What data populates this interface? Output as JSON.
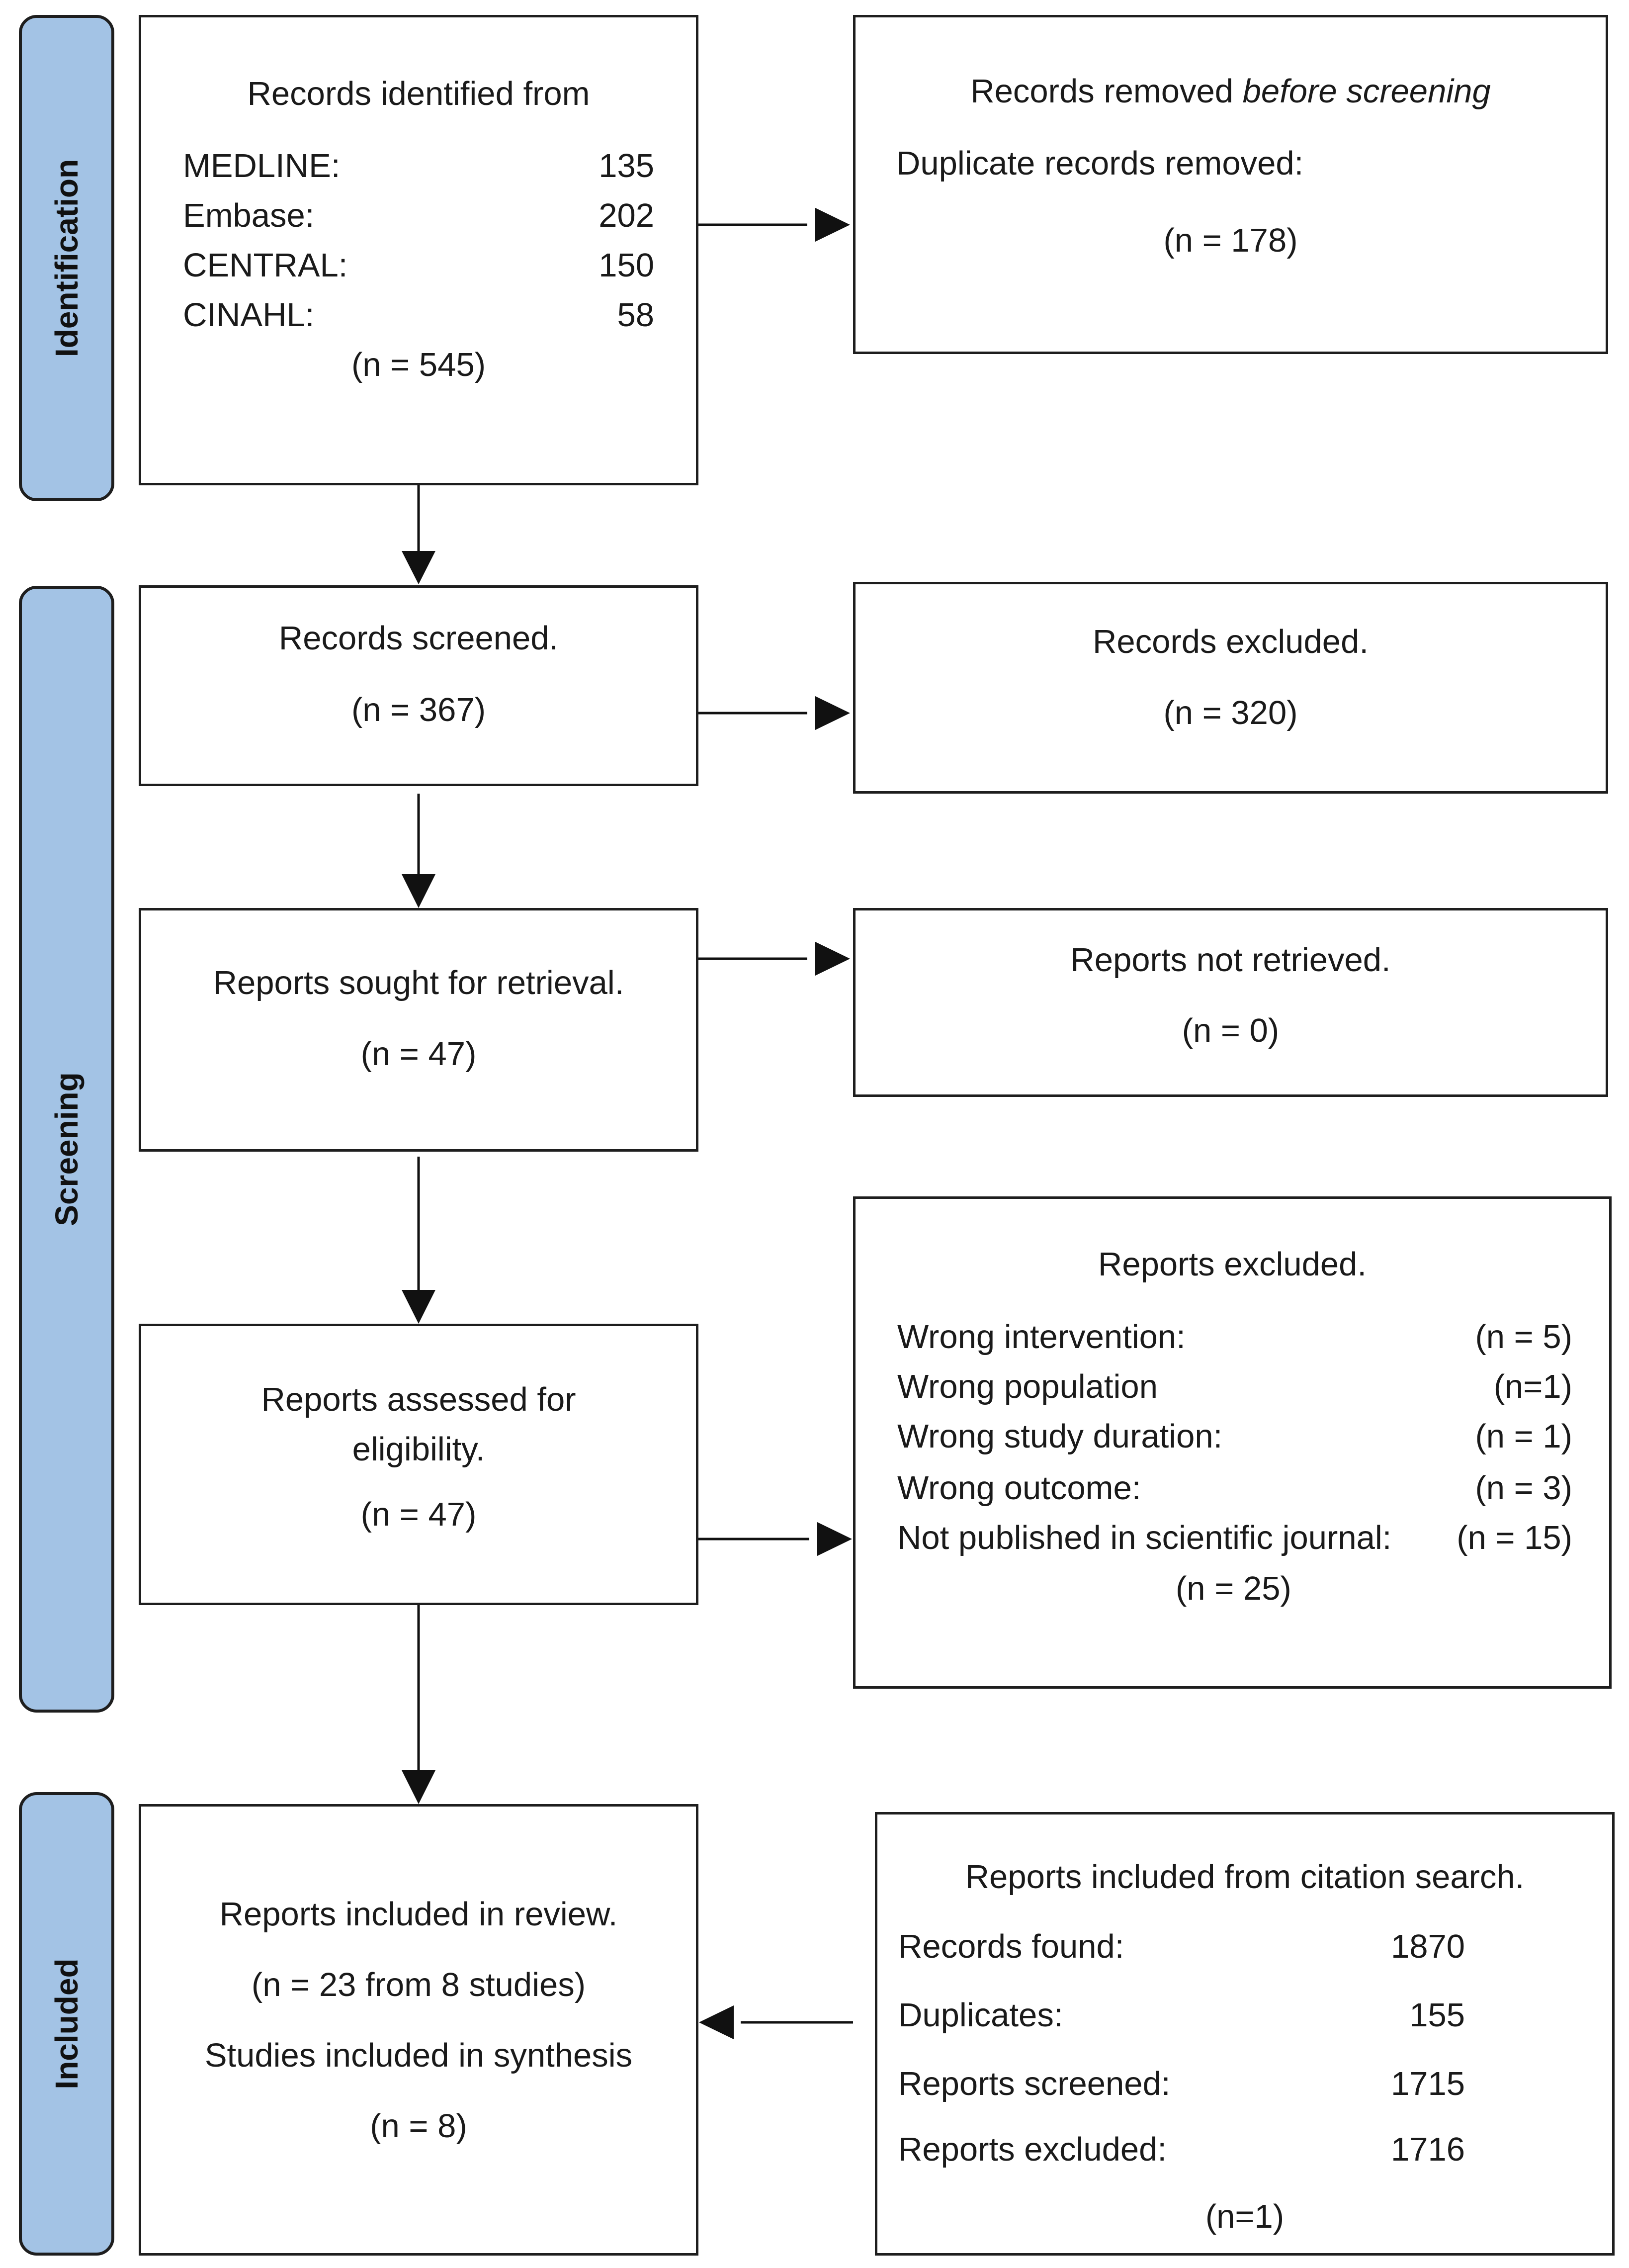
{
  "stages": {
    "identification": "Identification",
    "screening": "Screening",
    "included": "Included"
  },
  "identified": {
    "title": "Records identified from",
    "sources": [
      {
        "name": "MEDLINE:",
        "count": "135"
      },
      {
        "name": "Embase:",
        "count": "202"
      },
      {
        "name": "CENTRAL:",
        "count": "150"
      },
      {
        "name": "CINAHL:",
        "count": "58"
      }
    ],
    "total": "(n = 545)"
  },
  "removed": {
    "title_prefix": "Records removed ",
    "title_italic": "before screening",
    "line": "Duplicate records removed:",
    "count": "(n = 178)"
  },
  "screened": {
    "title": "Records screened.",
    "count": "(n = 367)"
  },
  "excluded_records": {
    "title": "Records excluded.",
    "count": "(n = 320)"
  },
  "sought": {
    "title": "Reports sought for retrieval.",
    "count": "(n = 47)"
  },
  "not_retrieved": {
    "title": "Reports not retrieved.",
    "count": "(n = 0)"
  },
  "assessed": {
    "title": "Reports assessed for eligibility.",
    "count": "(n = 47)"
  },
  "reports_excluded": {
    "title": "Reports excluded.",
    "reasons": [
      {
        "label": "Wrong intervention:",
        "count": "(n = 5)"
      },
      {
        "label": "Wrong population",
        "count": "(n=1)"
      },
      {
        "label": "Wrong study duration:",
        "count": "(n = 1)"
      },
      {
        "label": "Wrong outcome:",
        "count": "(n = 3)"
      },
      {
        "label": "Not published in scientific journal:",
        "count": "(n = 15)"
      }
    ],
    "total": "(n = 25)"
  },
  "included": {
    "title": "Reports included in review.",
    "count": "(n = 23 from 8 studies)",
    "synthesis": "Studies included in synthesis",
    "synthesis_count": "(n = 8)"
  },
  "citation": {
    "title": "Reports included from citation search.",
    "rows": [
      {
        "label": "Records found:",
        "count": "1870"
      },
      {
        "label": "Duplicates:",
        "count": "155"
      },
      {
        "label": "Reports screened:",
        "count": "1715"
      },
      {
        "label": "Reports excluded:",
        "count": "1716"
      }
    ],
    "total": "(n=1)"
  }
}
